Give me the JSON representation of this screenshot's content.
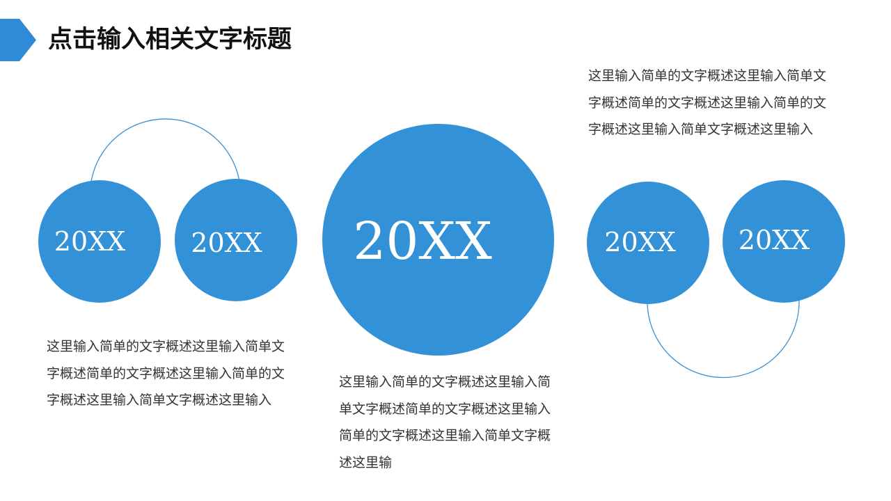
{
  "header": {
    "title": "点击输入相关文字标题"
  },
  "colors": {
    "accent": "#2f8bd6",
    "circle": "#3391d8",
    "connector": "#3a8fd2"
  },
  "circles": [
    {
      "label": "20XX"
    },
    {
      "label": "20XX"
    },
    {
      "label": "20XX"
    },
    {
      "label": "20XX"
    },
    {
      "label": "20XX"
    }
  ],
  "descriptions": {
    "left": "这里输入简单的文字概述这里输入简单文字概述简单的文字概述这里输入简单的文字概述这里输入简单文字概述这里输入",
    "center": "这里输入简单的文字概述这里输入简单文字概述简单的文字概述这里输入简单的文字概述这里输入简单文字概述这里输",
    "right": "这里输入简单的文字概述这里输入简单文字概述简单的文字概述这里输入简单的文字概述这里输入简单文字概述这里输入"
  }
}
